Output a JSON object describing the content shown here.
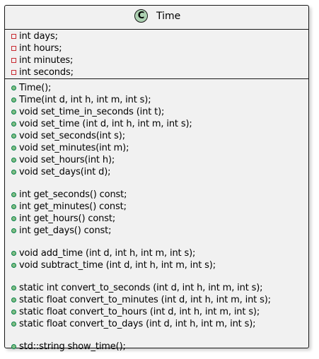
{
  "class": {
    "stereotype_letter": "C",
    "name": "Time",
    "fields": [
      {
        "visibility": "private",
        "text": "int days;"
      },
      {
        "visibility": "private",
        "text": "int hours;"
      },
      {
        "visibility": "private",
        "text": "int minutes;"
      },
      {
        "visibility": "private",
        "text": "int seconds;"
      }
    ],
    "methods": [
      {
        "visibility": "public",
        "text": "Time();"
      },
      {
        "visibility": "public",
        "text": "Time(int d, int h, int m, int s);"
      },
      {
        "visibility": "public",
        "text": "void set_time_in_seconds (int t);"
      },
      {
        "visibility": "public",
        "text": "void set_time (int d, int h, int m, int s);"
      },
      {
        "visibility": "public",
        "text": "void set_seconds(int s);"
      },
      {
        "visibility": "public",
        "text": "void set_minutes(int m);"
      },
      {
        "visibility": "public",
        "text": "void set_hours(int h);"
      },
      {
        "visibility": "public",
        "text": "void set_days(int d);"
      },
      {
        "visibility": "none",
        "text": ""
      },
      {
        "visibility": "public",
        "text": "int get_seconds() const;"
      },
      {
        "visibility": "public",
        "text": "int get_minutes() const;"
      },
      {
        "visibility": "public",
        "text": "int get_hours() const;"
      },
      {
        "visibility": "public",
        "text": "int get_days() const;"
      },
      {
        "visibility": "none",
        "text": ""
      },
      {
        "visibility": "public",
        "text": "void add_time (int d, int h, int m, int s);"
      },
      {
        "visibility": "public",
        "text": "void subtract_time (int d, int h, int m, int s);"
      },
      {
        "visibility": "none",
        "text": ""
      },
      {
        "visibility": "public",
        "text": "static int convert_to_seconds (int d, int h, int m, int s);"
      },
      {
        "visibility": "public",
        "text": "static float convert_to_minutes (int d, int h, int m, int s);"
      },
      {
        "visibility": "public",
        "text": "static float convert_to_hours (int d, int h, int m, int s);"
      },
      {
        "visibility": "public",
        "text": "static float convert_to_days (int d, int h, int m, int s);"
      },
      {
        "visibility": "none",
        "text": ""
      },
      {
        "visibility": "public",
        "text": "std::string show_time();"
      }
    ]
  },
  "colors": {
    "box_fill": "#f1f1f1",
    "box_border": "#181818",
    "stereotype_circle": "#add1b2",
    "private_marker": "#c82930",
    "public_marker_fill": "#84be84",
    "public_marker_border": "#038048"
  }
}
